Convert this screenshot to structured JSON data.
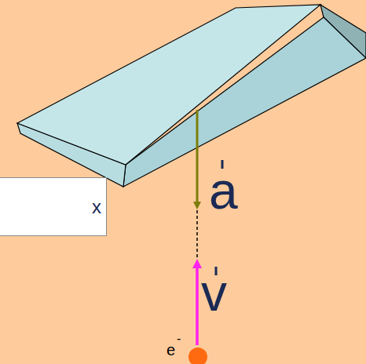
{
  "diagram": {
    "nodes": [
      {
        "text": [
          "x"
        ]
      }
    ],
    "labels": [
      "a",
      "v",
      "e",
      "-"
    ]
  }
}
